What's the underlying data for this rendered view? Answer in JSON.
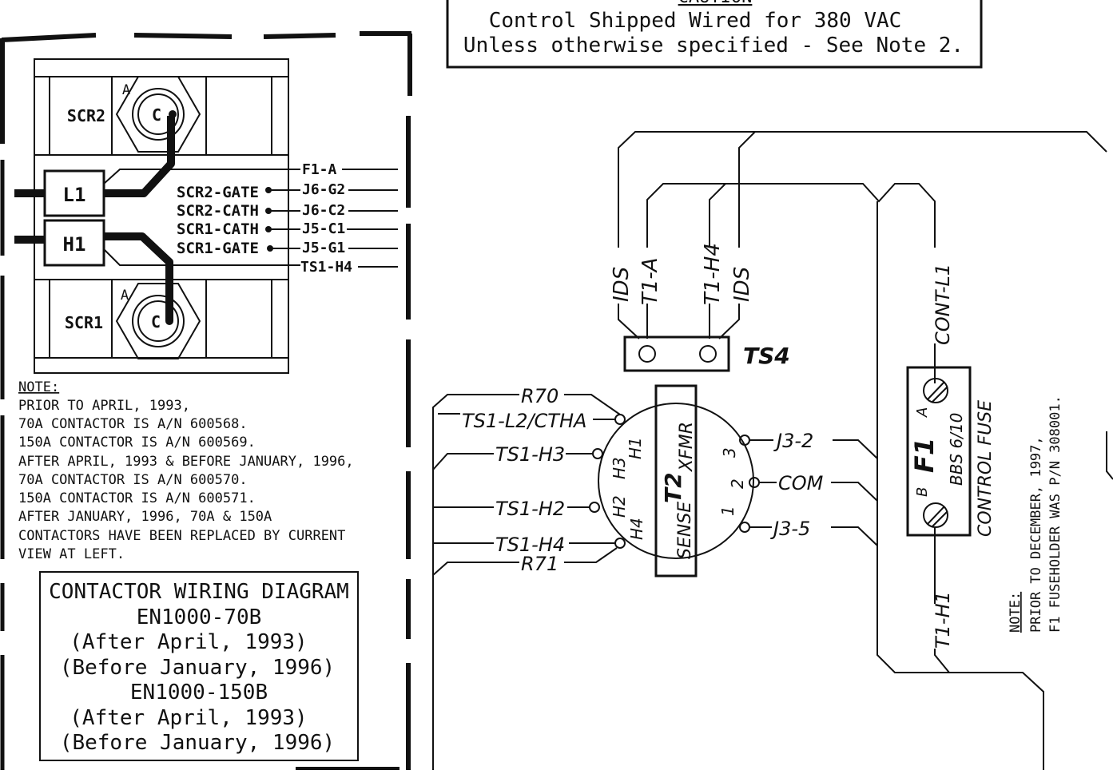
{
  "caution": {
    "heading": "CAUTION",
    "line1": "Control Shipped Wired for 380 VAC",
    "line2": "Unless otherwise specified - See Note 2."
  },
  "contactor": {
    "scr2": "SCR2",
    "scr1": "SCR1",
    "anode": "A",
    "cathode": "C",
    "l1": "L1",
    "h1": "H1",
    "signals": [
      "SCR2-GATE",
      "SCR2-CATH",
      "SCR1-CATH",
      "SCR1-GATE"
    ],
    "terminals": [
      "F1-A",
      "J6-G2",
      "J6-C2",
      "J5-C1",
      "J5-G1",
      "TS1-H4"
    ]
  },
  "note_left": {
    "heading": "NOTE:",
    "lines": [
      "PRIOR TO APRIL, 1993,",
      "70A CONTACTOR IS A/N 600568.",
      "150A CONTACTOR IS A/N 600569.",
      "AFTER APRIL, 1993 & BEFORE JANUARY, 1996,",
      "70A CONTACTOR IS A/N 600570.",
      "150A CONTACTOR IS A/N 600571.",
      "AFTER JANUARY, 1996, 70A & 150A",
      "CONTACTORS HAVE BEEN REPLACED BY CURRENT",
      "VIEW AT LEFT."
    ]
  },
  "title_block": {
    "lines": [
      "CONTACTOR WIRING DIAGRAM",
      "EN1000-70B",
      "(After April, 1993)",
      "(Before January, 1996)",
      "EN1000-150B",
      "(After April, 1993)",
      "(Before January, 1996)"
    ]
  },
  "transformer": {
    "name": "T2",
    "desc1": "SENSE",
    "desc2": "XFMR",
    "primary_taps": [
      "H1",
      "H3",
      "H2",
      "H4"
    ],
    "secondary_taps": [
      "3",
      "2",
      "1"
    ],
    "left_wires": [
      "R70",
      "TS1-L2/CTHA",
      "TS1-H3",
      "TS1-H2",
      "TS1-H4",
      "R71"
    ],
    "right_wires": [
      "J3-2",
      "COM",
      "J3-5"
    ]
  },
  "ts4": {
    "name": "TS4",
    "wires": [
      "IDS",
      "T1-A",
      "T1-H4",
      "IDS"
    ]
  },
  "fuse": {
    "name": "F1",
    "rating": "BBS 6/10",
    "label": "CONTROL FUSE",
    "terminal_a": "A",
    "terminal_b": "B",
    "wire_top": "CONT-L1",
    "wire_bottom": "T1-H1"
  },
  "note_right": {
    "heading": "NOTE:",
    "line1": "PRIOR TO DECEMBER, 1997,",
    "line2": "F1 FUSEHOLDER WAS P/N 308001."
  }
}
